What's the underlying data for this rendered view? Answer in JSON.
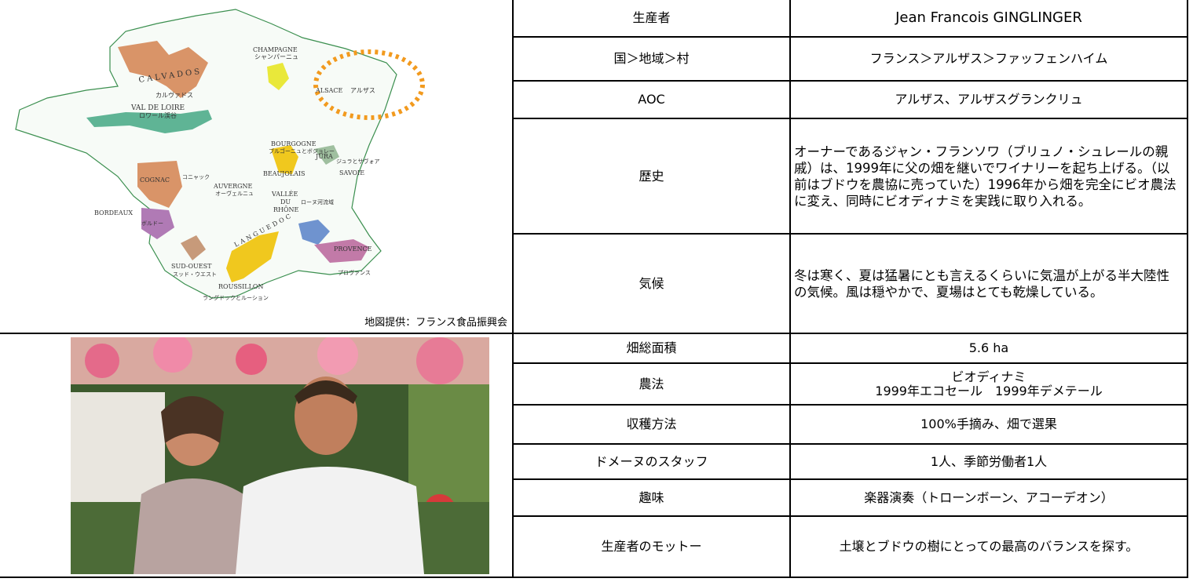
{
  "map": {
    "credit": "地図提供：フランス食品振興会",
    "regions": {
      "champagne": "CHAMPAGNE",
      "champagne_jp": "シャンパーニュ",
      "calvados": "CALVADOS",
      "calvados_jp": "カルヴァドス",
      "val_de_loire": "VAL DE LOIRE",
      "val_de_loire_jp": "ロワール渓谷",
      "alsace": "ALSACE",
      "alsace_jp": "アルザス",
      "bourgogne": "BOURGOGNE",
      "bourgogne_jp": "ブルゴーニュとボジョレー",
      "jura": "JURA",
      "savoie": "SAVOIE",
      "jura_savoie_jp": "ジュラとサヴォア",
      "beaujolais": "BEAUJOLAIS",
      "cognac": "COGNAC",
      "cognac_jp": "コニャック",
      "auvergne": "AUVERGNE",
      "auvergne_jp": "オーヴェルニュ",
      "vallee": "VALLÉE",
      "du": "DU",
      "rhone": "RHÔNE",
      "rhone_jp": "ローヌ河流域",
      "bordeaux": "BORDEAUX",
      "bordeaux_jp": "ボルドー",
      "languedoc": "LANGUEDOC",
      "sud_ouest": "SUD-OUEST",
      "sud_ouest_jp": "スッド・ウエスト",
      "roussillon": "ROUSSILLON",
      "languedoc_jp": "ラングドックとルーション",
      "provence": "PROVENCE",
      "provence_jp": "プロヴァンス"
    }
  },
  "rows": [
    {
      "label": "生産者",
      "value": "Jean Francois GINGLINGER"
    },
    {
      "label": "国＞地域＞村",
      "value": "フランス＞アルザス＞ファッフェンハイム"
    },
    {
      "label": "AOC",
      "value": "アルザス、アルザスグランクリュ"
    },
    {
      "label": "歴史",
      "value": "オーナーであるジャン・フランソワ（ブリュノ・シュレールの親戚）は、1999年に父の畑を継いでワイナリーを起ち上げる。（以前はブドウを農協に売っていた）1996年から畑を完全にビオ農法に変え、同時にビオディナミを実践に取り入れる。"
    },
    {
      "label": "気候",
      "value": "冬は寒く、夏は猛暑にとも言えるくらいに気温が上がる半大陸性の気候。風は穏やかで、夏場はとても乾燥している。"
    },
    {
      "label": "畑総面積",
      "value": "5.6 ha"
    },
    {
      "label": "農法",
      "value_line1": "ビオディナミ",
      "value_line2": "1999年エコセール　1999年デメテール"
    },
    {
      "label": "収穫方法",
      "value": "100%手摘み、畑で選果"
    },
    {
      "label": "ドメーヌのスタッフ",
      "value": "1人、季節労働者1人"
    },
    {
      "label": "趣味",
      "value": "楽器演奏（トローンボーン、アコーデオン）"
    },
    {
      "label": "生産者のモットー",
      "value": "土壌とブドウの樹にとっての最高のバランスを探す。"
    }
  ]
}
